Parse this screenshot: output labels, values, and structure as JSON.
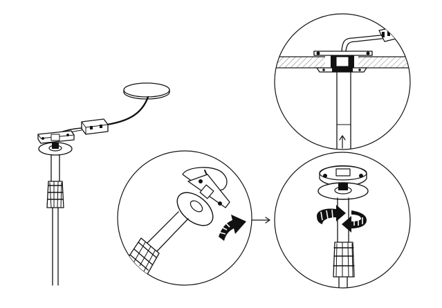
{
  "diagram": {
    "panels": [
      {
        "id": "overview",
        "description_icon": "pole-mount-overview"
      },
      {
        "id": "detail-tighten",
        "description_icon": "rotate-arrow-icon"
      },
      {
        "id": "detail-rotate",
        "description_icon": "rotate-arrow-icon"
      },
      {
        "id": "detail-ceiling",
        "description_icon": "ceiling-section"
      }
    ],
    "arrows": [
      {
        "from": "detail-tighten",
        "to": "detail-rotate",
        "icon": "arrow-right-icon"
      },
      {
        "from": "detail-rotate",
        "to": "detail-ceiling",
        "icon": "arrow-up-icon"
      }
    ],
    "colors": {
      "line": "#111111",
      "hatch": "#777777",
      "background": "#ffffff"
    }
  }
}
